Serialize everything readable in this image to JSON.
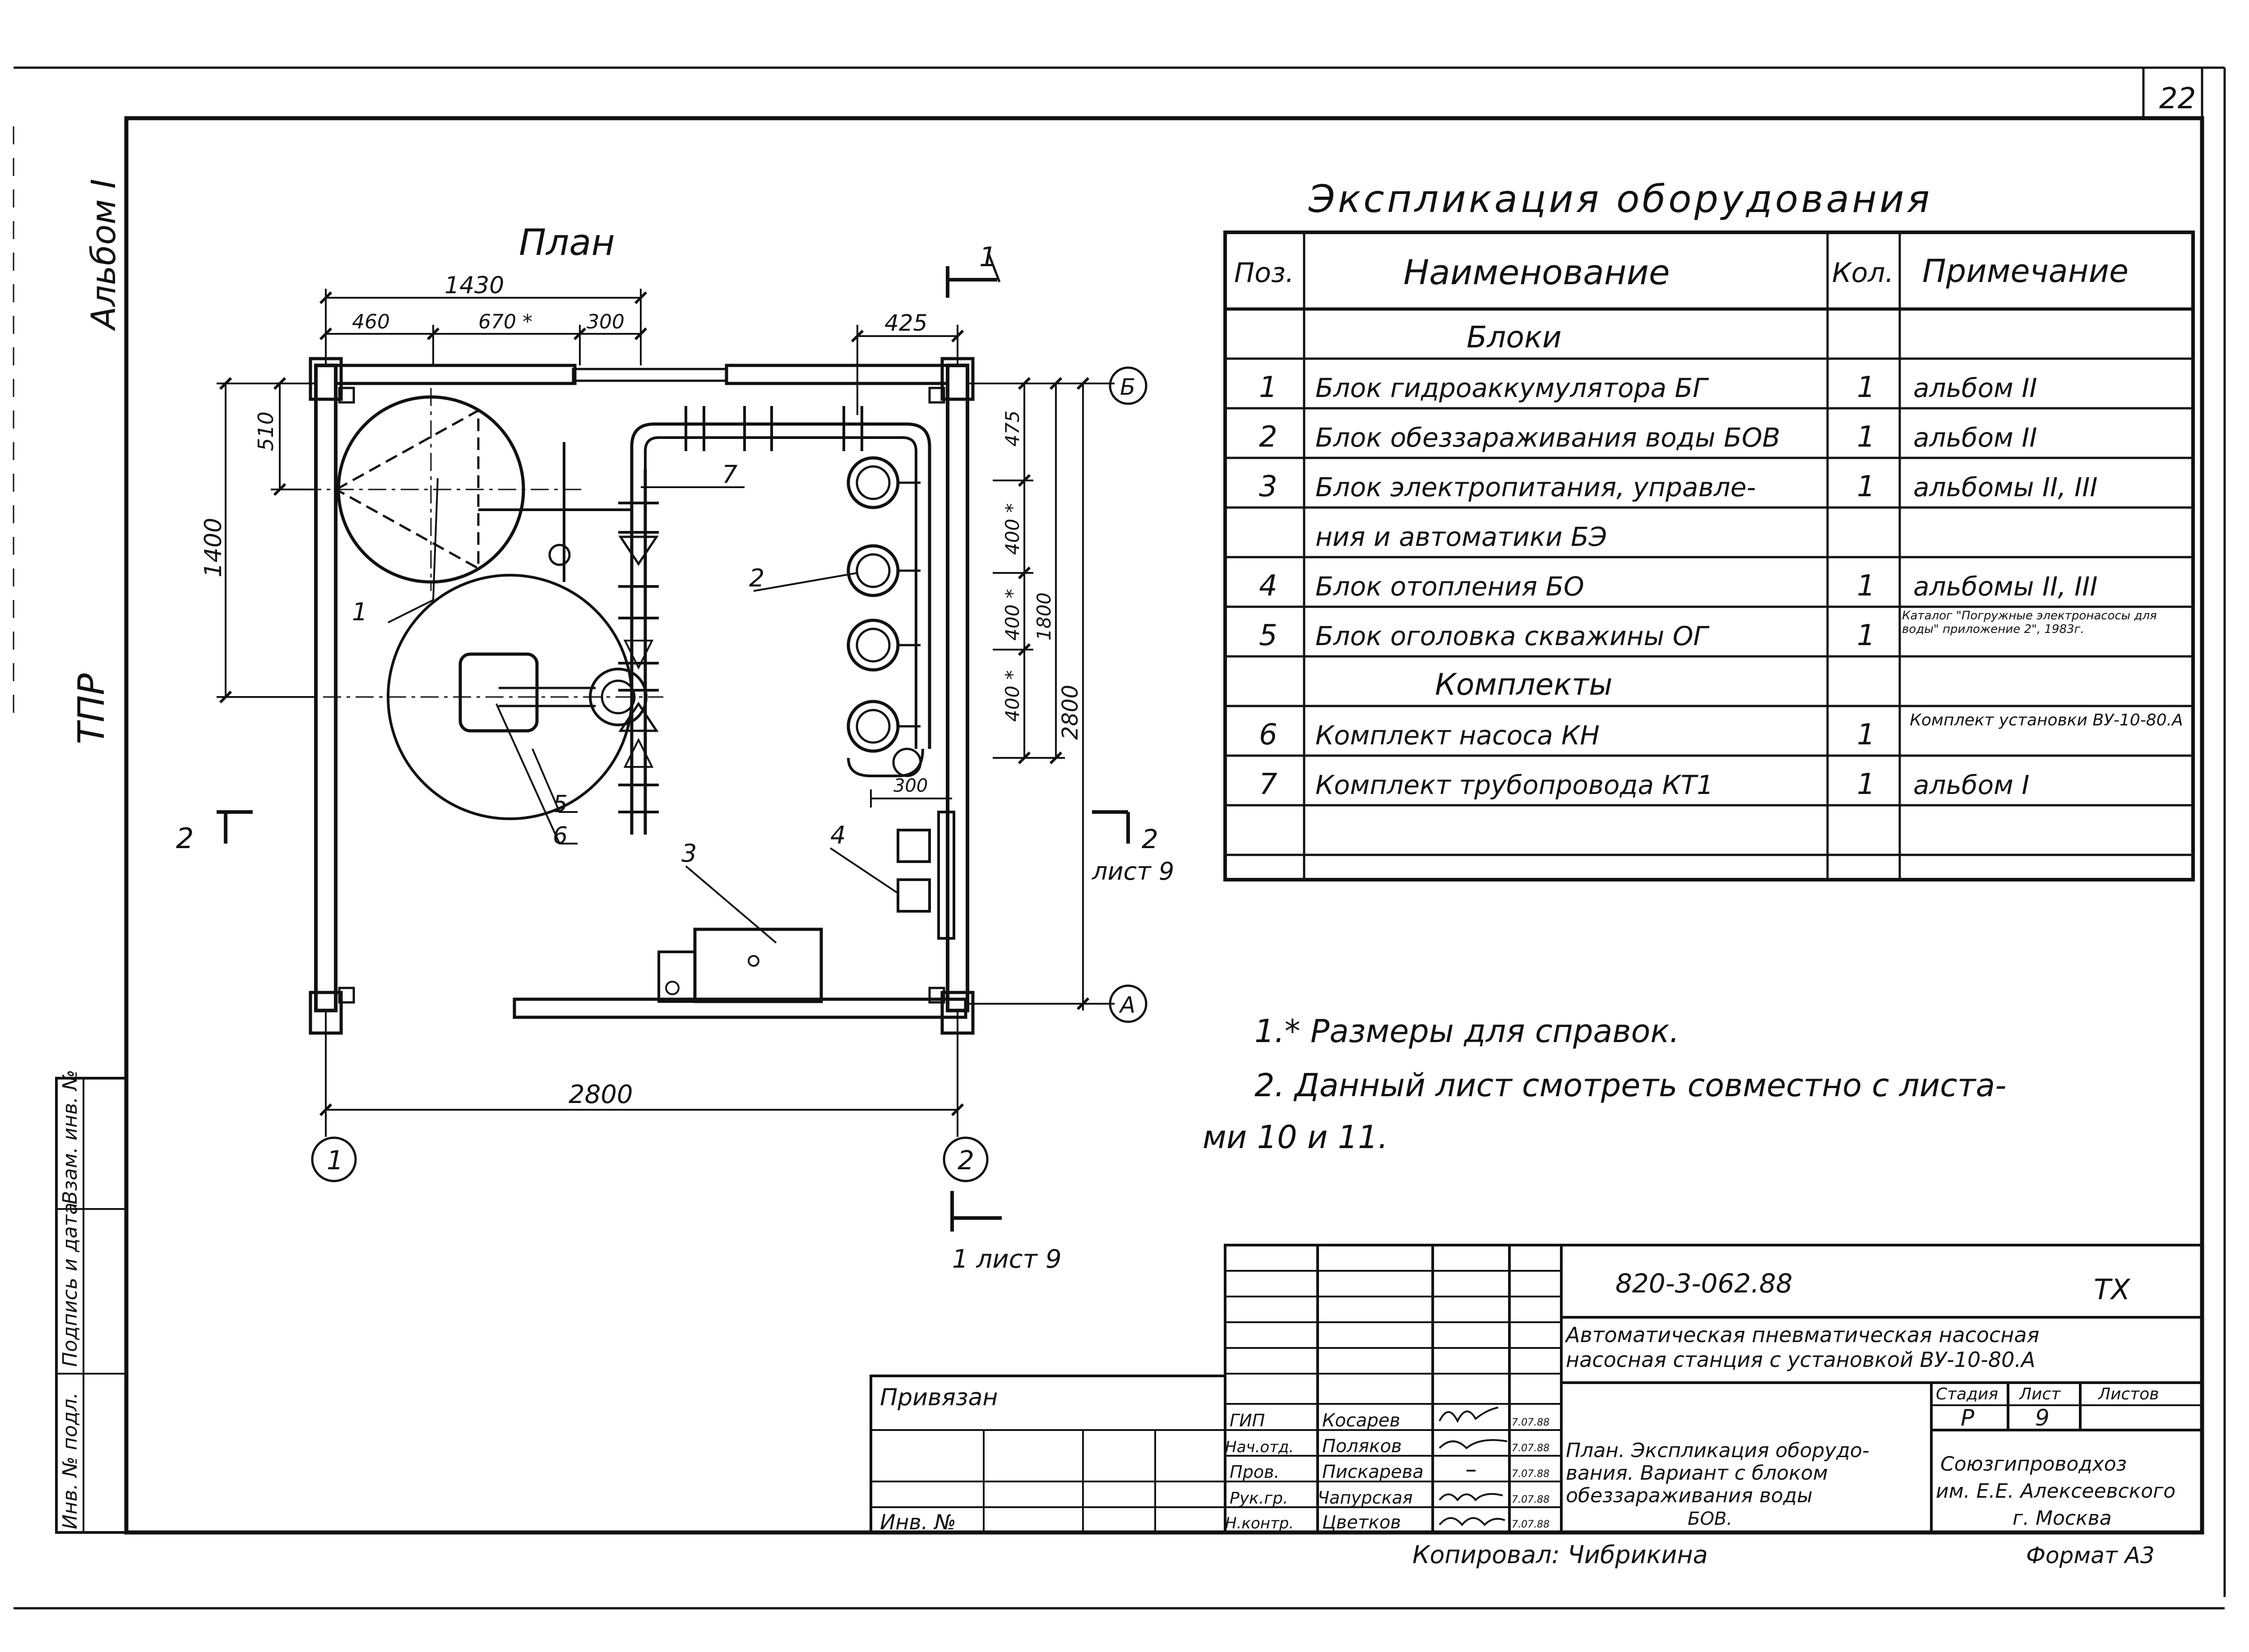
{
  "sheet": {
    "page_number": "22",
    "left_margin": {
      "album": "Альбом I",
      "tpr": "ТПР"
    },
    "stamp_left": [
      "Инв. № подл.",
      "Подпись и дата",
      "Взам. инв. №"
    ]
  },
  "plan": {
    "title": "План",
    "dims": {
      "d1430": "1430",
      "d460": "460",
      "d670": "670 *",
      "d300": "300",
      "d425": "425",
      "d510": "510",
      "d1400": "1400",
      "d475": "475",
      "d400a": "400 *",
      "d400b": "400 *",
      "d400c": "400 *",
      "d1800": "1800",
      "d2800v": "2800",
      "d2800h": "2800",
      "d300b": "300"
    },
    "axes": {
      "b": "Б",
      "a": "А",
      "one": "1",
      "two": "2"
    },
    "sections": {
      "s1_top": "1",
      "s1_bottom": "1 лист 9",
      "s2_left": "2",
      "s2_right_num": "2",
      "s2_right_sheet": "лист 9"
    },
    "positions": [
      "1",
      "2",
      "3",
      "4",
      "5",
      "6",
      "7"
    ]
  },
  "explication": {
    "title": "Экспликация оборудования",
    "headers": [
      "Поз.",
      "Наименование",
      "Кол.",
      "Примечание"
    ],
    "rows": [
      {
        "pos": "",
        "name": "Блоки",
        "qty": "",
        "note": "",
        "group": true
      },
      {
        "pos": "1",
        "name": "Блок гидроаккумулятора БГ",
        "qty": "1",
        "note": "альбом II"
      },
      {
        "pos": "2",
        "name": "Блок обеззараживания воды БОВ",
        "qty": "1",
        "note": "альбом II"
      },
      {
        "pos": "3",
        "name": "Блок электропитания, управле-",
        "qty": "1",
        "note": "альбомы II, III"
      },
      {
        "pos": "",
        "name": "ния и автоматики БЭ",
        "qty": "",
        "note": ""
      },
      {
        "pos": "4",
        "name": "Блок отопления БО",
        "qty": "1",
        "note": "альбомы II, III"
      },
      {
        "pos": "5",
        "name": "Блок оголовка скважины ОГ",
        "qty": "1",
        "note": "Каталог \"Погружные электронасосы для воды\" приложение 2\", 1983г."
      },
      {
        "pos": "",
        "name": "Комплекты",
        "qty": "",
        "note": "",
        "group": true
      },
      {
        "pos": "6",
        "name": "Комплект насоса КН",
        "qty": "1",
        "note": "Комплект установки ВУ-10-80.А"
      },
      {
        "pos": "7",
        "name": "Комплект трубопровода КТ1",
        "qty": "1",
        "note": "альбом I"
      },
      {
        "pos": "",
        "name": "",
        "qty": "",
        "note": ""
      }
    ]
  },
  "notes": {
    "n1": "1.* Размеры для справок.",
    "n2a": "2. Данный лист смотреть совместно с листа-",
    "n2b": "ми 10 и 11."
  },
  "title_block": {
    "code": "820-3-062.88",
    "discipline": "ТХ",
    "project_title_1": "Автоматическая пневматическая насосная",
    "project_title_2": "насосная станция с установкой ВУ-10-80.А",
    "stage_h": "Стадия",
    "sheet_h": "Лист",
    "sheets_h": "Листов",
    "stage": "Р",
    "sheet": "9",
    "sheets": "",
    "sheet_title_1": "План. Экспликация оборудо-",
    "sheet_title_2": "вания. Вариант с блоком",
    "sheet_title_3": "обеззараживания воды",
    "sheet_title_4": "БОВ.",
    "org_1": "Союзгипроводхоз",
    "org_2": "им. Е.Е. Алексеевского",
    "org_3": "г. Москва",
    "privyazan": "Привязан",
    "inv": "Инв. №",
    "copied": "Копировал: Чибрикина",
    "format": "Формат А3",
    "signers": [
      {
        "role": "ГИП",
        "name": "Косарев",
        "date": "7.07.88"
      },
      {
        "role": "Нач.отд.",
        "name": "Поляков",
        "date": "7.07.88"
      },
      {
        "role": "Пров.",
        "name": "Пискарева",
        "date": "7.07.88"
      },
      {
        "role": "Рук.гр.",
        "name": "Чапурская",
        "date": "7.07.88"
      },
      {
        "role": "Н.контр.",
        "name": "Цветков",
        "date": "7.07.88"
      }
    ]
  }
}
